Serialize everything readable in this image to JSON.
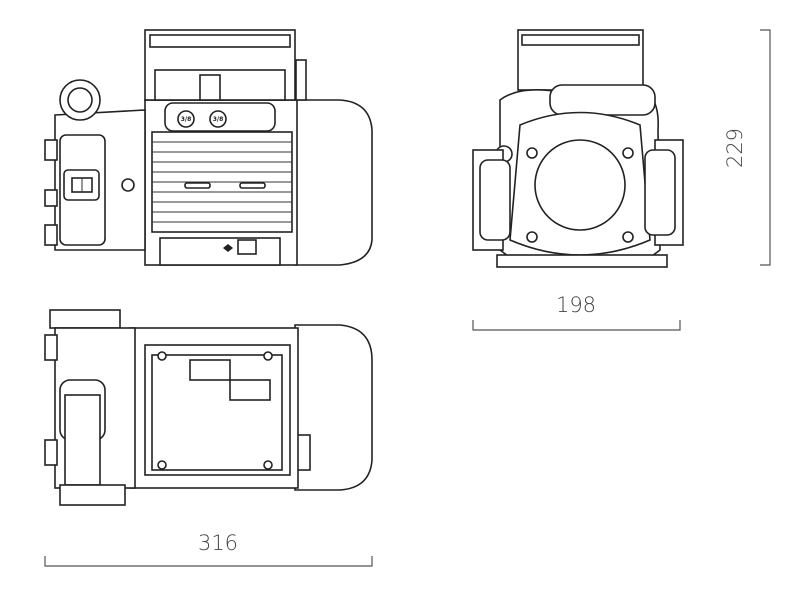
{
  "dimensions": {
    "height": "229",
    "width_end": "198",
    "length": "316"
  },
  "plug_labels": [
    "3/8",
    "3/8"
  ]
}
